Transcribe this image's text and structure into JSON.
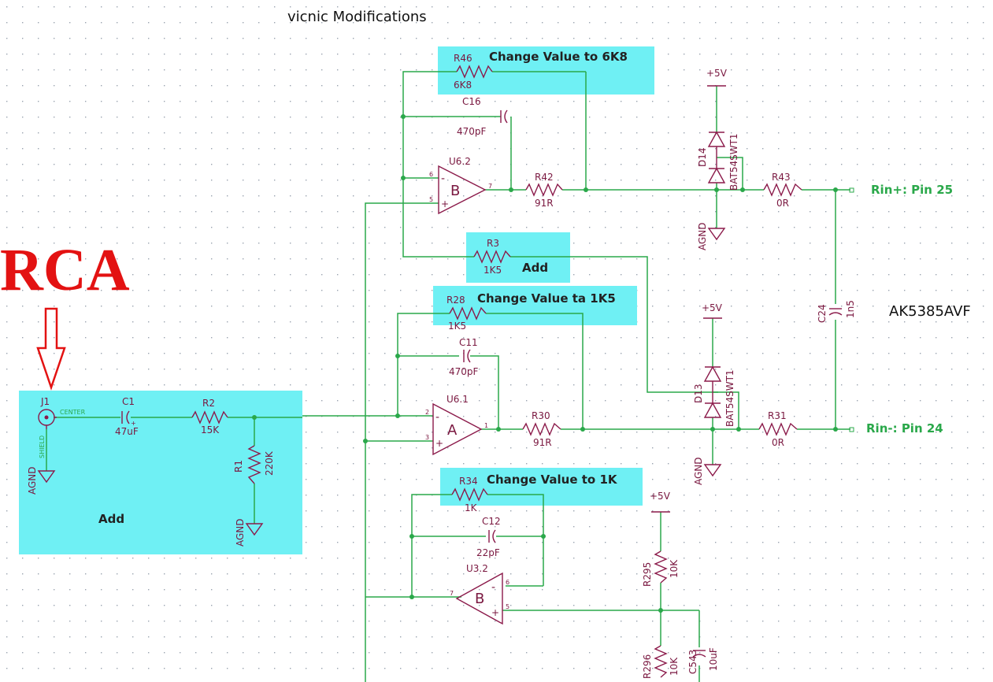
{
  "title": "vicnic Modifications",
  "callout": "RCA",
  "chip": "AK5385AVF",
  "nets": {
    "rin_plus": "Rin+: Pin 25",
    "rin_minus": "Rin-: Pin 24"
  },
  "annotations": {
    "r46": "Change Value to 6K8",
    "r3": "Add",
    "r28": "Change Value ta 1K5",
    "r34": "Change Value to 1K",
    "input": "Add"
  },
  "components": {
    "r46": {
      "ref": "R46",
      "value": "6K8"
    },
    "c16": {
      "ref": "C16",
      "value": "470pF"
    },
    "u62": {
      "ref": "U6.2",
      "letter": "B"
    },
    "r42": {
      "ref": "R42",
      "value": "91R"
    },
    "d14": {
      "ref": "D14",
      "value": "BAT54SWT1"
    },
    "r43": {
      "ref": "R43",
      "value": "0R"
    },
    "r3": {
      "ref": "R3",
      "value": "1K5"
    },
    "r28": {
      "ref": "R28",
      "value": "1K5"
    },
    "c11": {
      "ref": "C11",
      "value": "470pF"
    },
    "u61": {
      "ref": "U6.1",
      "letter": "A"
    },
    "r30": {
      "ref": "R30",
      "value": "91R"
    },
    "d13": {
      "ref": "D13",
      "value": "BAT54SWT1"
    },
    "r31": {
      "ref": "R31",
      "value": "0R"
    },
    "c24": {
      "ref": "C24",
      "value": "1n5"
    },
    "r34": {
      "ref": "R34",
      "value": "1K"
    },
    "c12": {
      "ref": "C12",
      "value": "22pF"
    },
    "u32": {
      "ref": "U3.2",
      "letter": "B"
    },
    "r295": {
      "ref": "R295",
      "value": "10K"
    },
    "r296": {
      "ref": "R296",
      "value": "10K"
    },
    "c543": {
      "ref": "C543",
      "value": "10uF"
    },
    "j1": {
      "ref": "J1",
      "center": "CENTER",
      "shield": "SHIELD"
    },
    "c1": {
      "ref": "C1",
      "value": "47uF"
    },
    "r2": {
      "ref": "R2",
      "value": "15K"
    },
    "r1": {
      "ref": "R1",
      "value": "220K"
    }
  },
  "power": {
    "vcc": "+5V",
    "gnd": "AGND"
  },
  "pins": {
    "p1": "1",
    "p2": "2",
    "p3": "3",
    "p5": "5",
    "p6": "6",
    "p7": "7",
    "minus": "-",
    "plus": "+"
  }
}
